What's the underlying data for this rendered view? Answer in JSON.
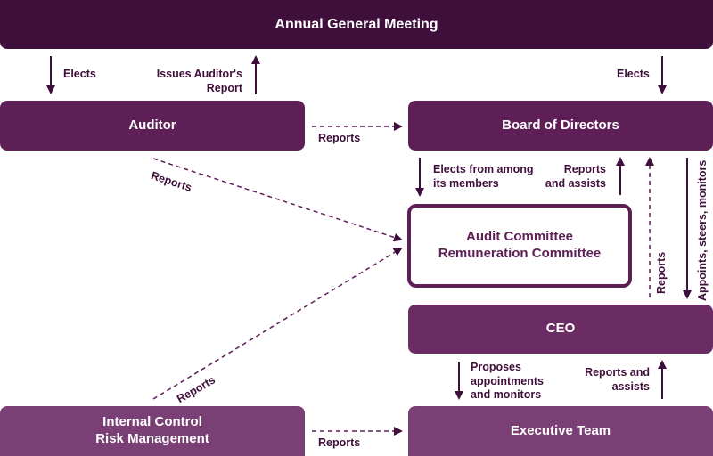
{
  "boxes": {
    "agm": "Annual General Meeting",
    "auditor": "Auditor",
    "board": "Board of Directors",
    "committee_line1": "Audit Committee",
    "committee_line2": "Remuneration Committee",
    "ceo": "CEO",
    "icrm_line1": "Internal Control",
    "icrm_line2": "Risk Management",
    "exec": "Executive Team"
  },
  "labels": {
    "elects_left": "Elects",
    "issues_report_1": "Issues Auditor's",
    "issues_report_2": "Report",
    "elects_right": "Elects",
    "reports_auditor_board": "Reports",
    "reports_auditor_committee": "Reports",
    "elects_from_1": "Elects from among",
    "elects_from_2": "its members",
    "reports_assists_board_1": "Reports",
    "reports_assists_board_2": "and assists",
    "reports_ceo_board": "Reports",
    "appoints": "Appoints, steers, monitors",
    "reports_icrm_committee": "Reports",
    "proposes_1": "Proposes",
    "proposes_2": "appointments",
    "proposes_3": "and monitors",
    "reports_assists_exec_1": "Reports and",
    "reports_assists_exec_2": "assists",
    "reports_icrm_exec": "Reports"
  },
  "colors": {
    "dark": "#3f0f3b",
    "primary": "#5e1f57",
    "medium": "#6b2c63",
    "light": "#7a3f74"
  }
}
